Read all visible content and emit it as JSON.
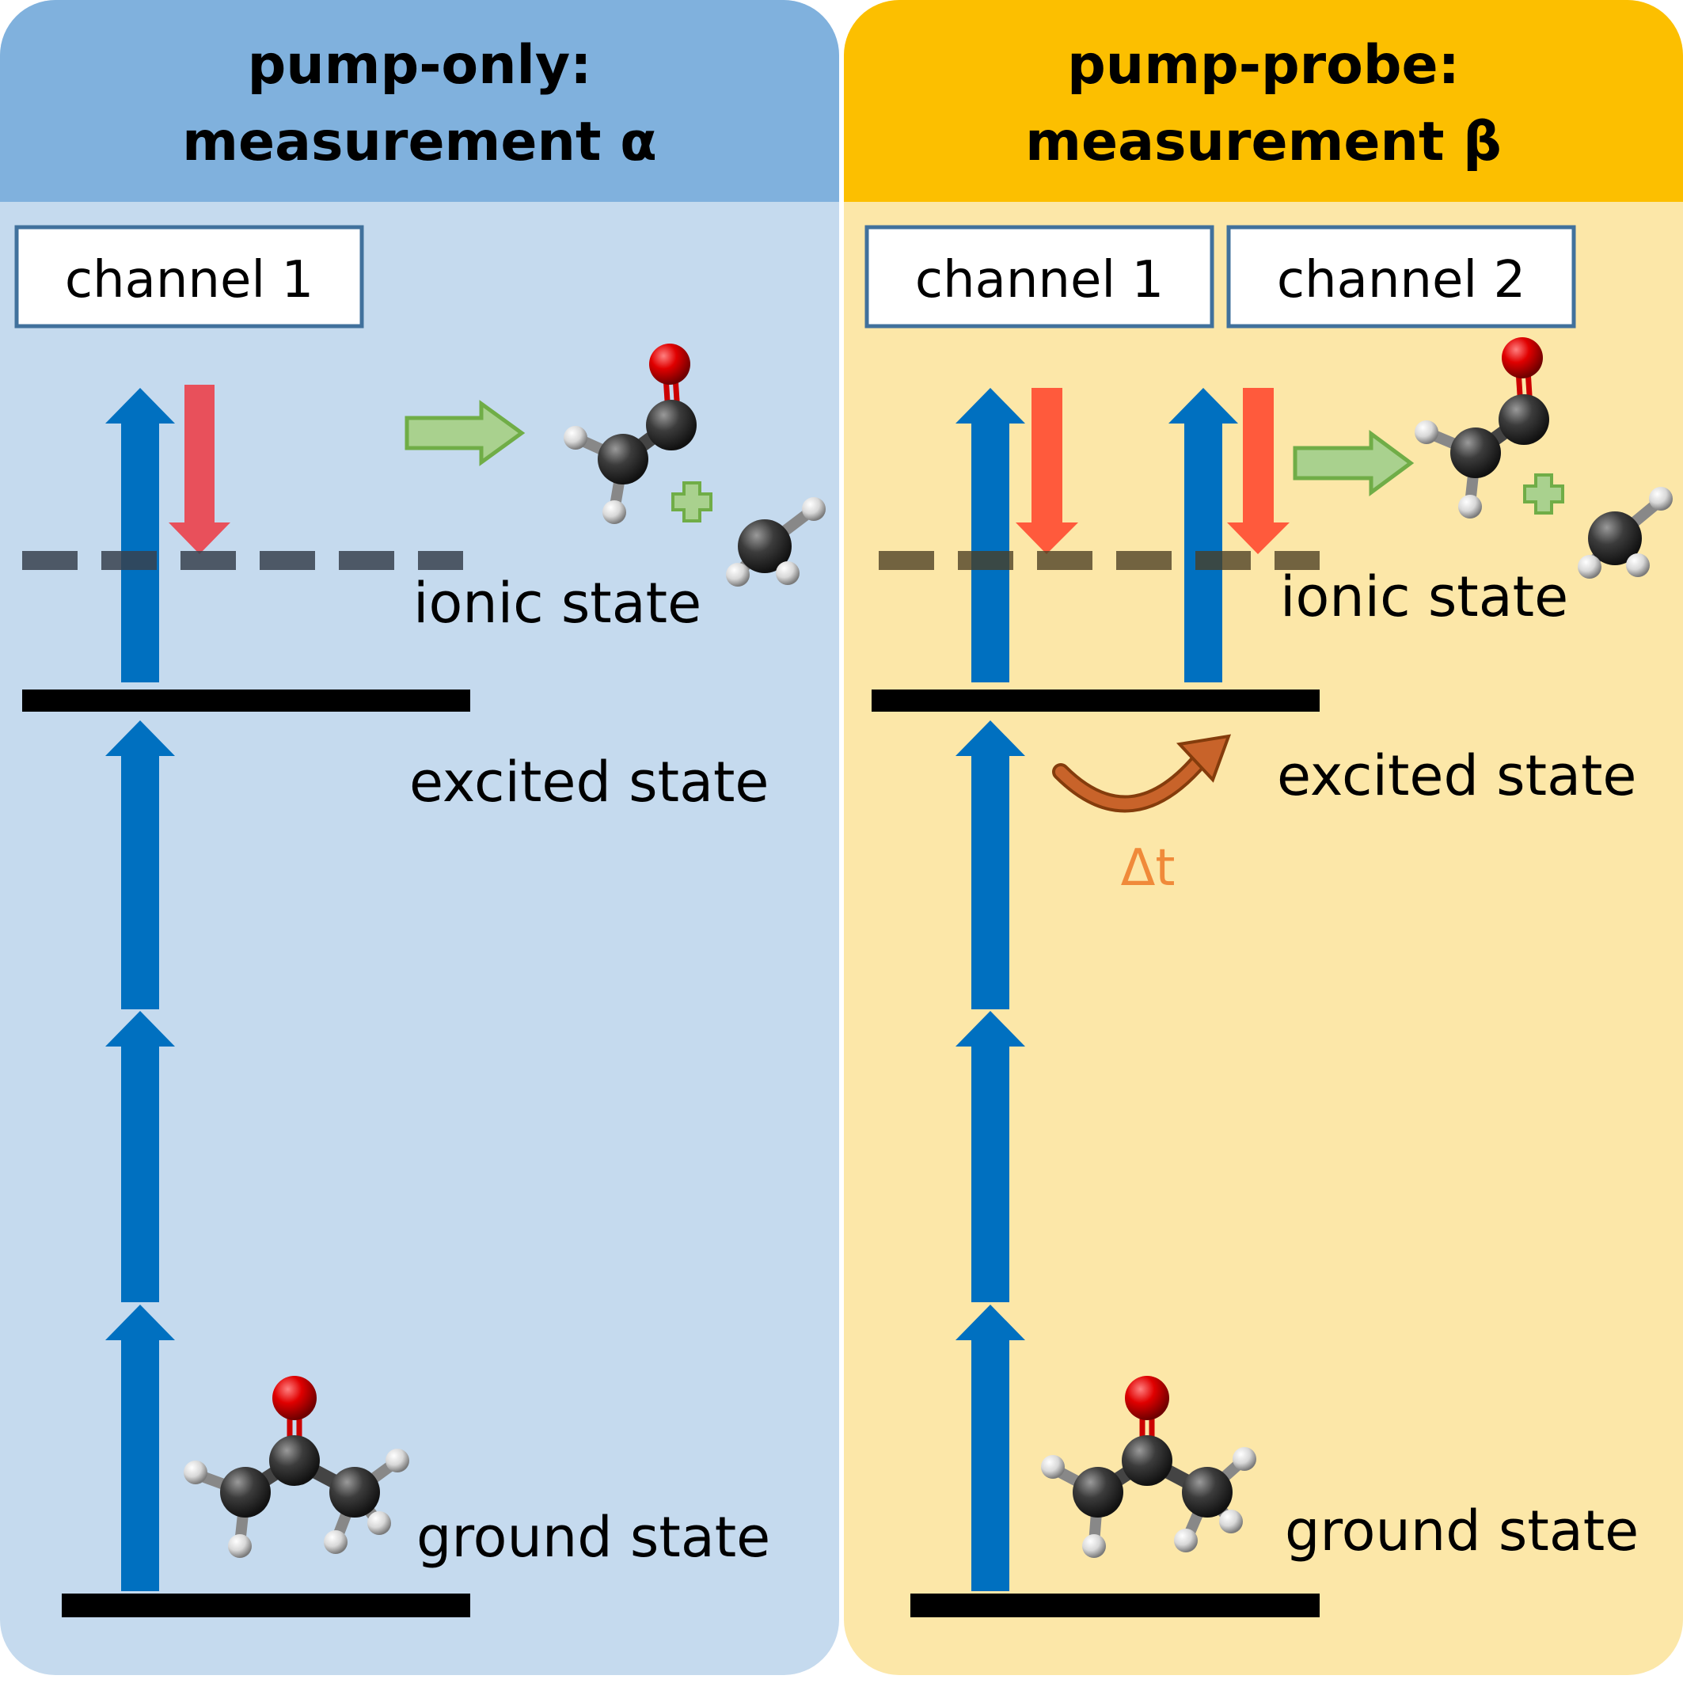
{
  "colors": {
    "left_header": "#80b1dd",
    "left_body": "#c5daee",
    "right_header": "#fcbf00",
    "right_body": "#fce7a8",
    "pump_arrow": "#0070c0",
    "probe_arrow": "#ff5a3c",
    "probe_arrow_left": "#e8505b",
    "green_arrow": "#92c46b",
    "dt_arrow": "#c8632a",
    "dt_text": "#f08a3a"
  },
  "left_panel": {
    "title_line1": "pump-only:",
    "title_line2": "measurement α",
    "channel1": "channel 1",
    "ionic_label": "ionic state",
    "excited_label": "excited state",
    "ground_label": "ground state"
  },
  "right_panel": {
    "title_line1": "pump-probe:",
    "title_line2": "measurement β",
    "channel1": "channel 1",
    "channel2": "channel 2",
    "ionic_label": "ionic state",
    "excited_label": "excited state",
    "ground_label": "ground state",
    "delay_label": "Δt"
  }
}
